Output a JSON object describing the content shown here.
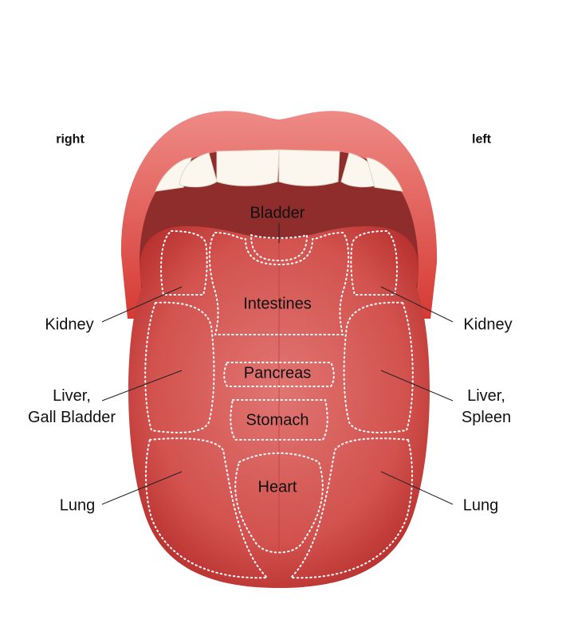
{
  "orientation": {
    "right": "right",
    "left": "left"
  },
  "organs": {
    "bladder": "Bladder",
    "intestines": "Intestines",
    "pancreas": "Pancreas",
    "stomach": "Stomach",
    "heart": "Heart"
  },
  "side_labels": {
    "kidney_right": "Kidney",
    "kidney_left": "Kidney",
    "liver_gall_line1": "Liver,",
    "liver_gall_line2": "Gall Bladder",
    "liver_spleen_line1": "Liver,",
    "liver_spleen_line2": "Spleen",
    "lung_right": "Lung",
    "lung_left": "Lung"
  },
  "colors": {
    "lip": "#d9473f",
    "mouth": "#8c2a28",
    "tongue": "#d2534f",
    "teeth": "#fbf7ee"
  }
}
